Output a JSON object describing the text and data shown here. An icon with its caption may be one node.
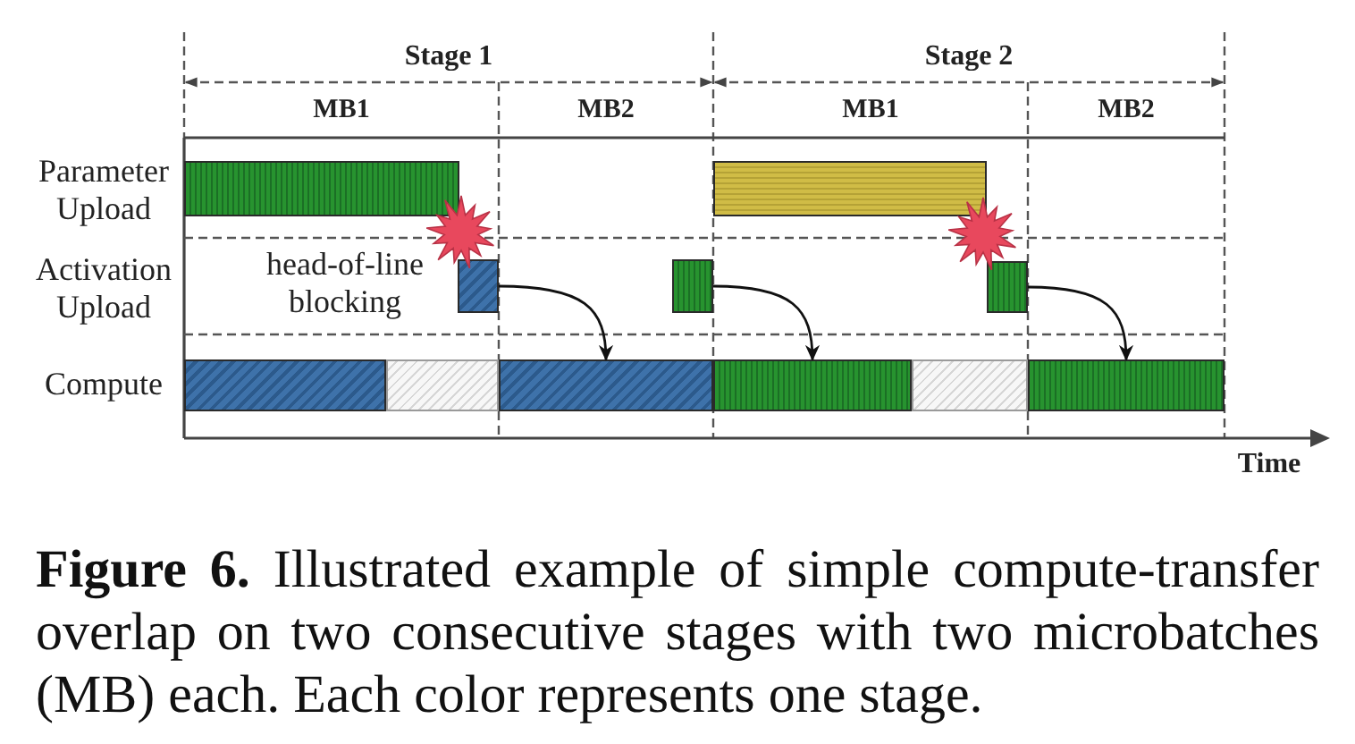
{
  "diagram": {
    "caption": "**Figure 6.** Illustrated example of simple compute-transfer overlap on two consecutive stages with two microbatches (MB) each. Each color represents one stage.",
    "nodes": [
      {
        "text": [],
        "shape": "bar"
      },
      {
        "text": [],
        "shape": "bar"
      },
      {
        "text": [],
        "shape": "bar"
      },
      {
        "text": [],
        "shape": "bar"
      },
      {
        "text": [],
        "shape": "bar"
      },
      {
        "text": [],
        "shape": "bar"
      },
      {
        "text": [],
        "shape": "bar"
      },
      {
        "text": [],
        "shape": "bar"
      },
      {
        "text": [],
        "shape": "bar"
      },
      {
        "text": [],
        "shape": "bar"
      },
      {
        "text": [],
        "shape": "bar"
      }
    ],
    "edges": [
      {
        "from": 2,
        "to": 7,
        "arrow": "to"
      },
      {
        "from": 3,
        "to": 8,
        "arrow": "to"
      },
      {
        "from": 4,
        "to": 10,
        "arrow": "to"
      }
    ],
    "labels": [
      "Stage 1",
      "Stage 2",
      "MB1",
      "MB2",
      "MB1",
      "MB2",
      "Parameter Upload",
      "Activation Upload",
      "head-of-line blocking",
      "Compute",
      "Time"
    ]
  }
}
